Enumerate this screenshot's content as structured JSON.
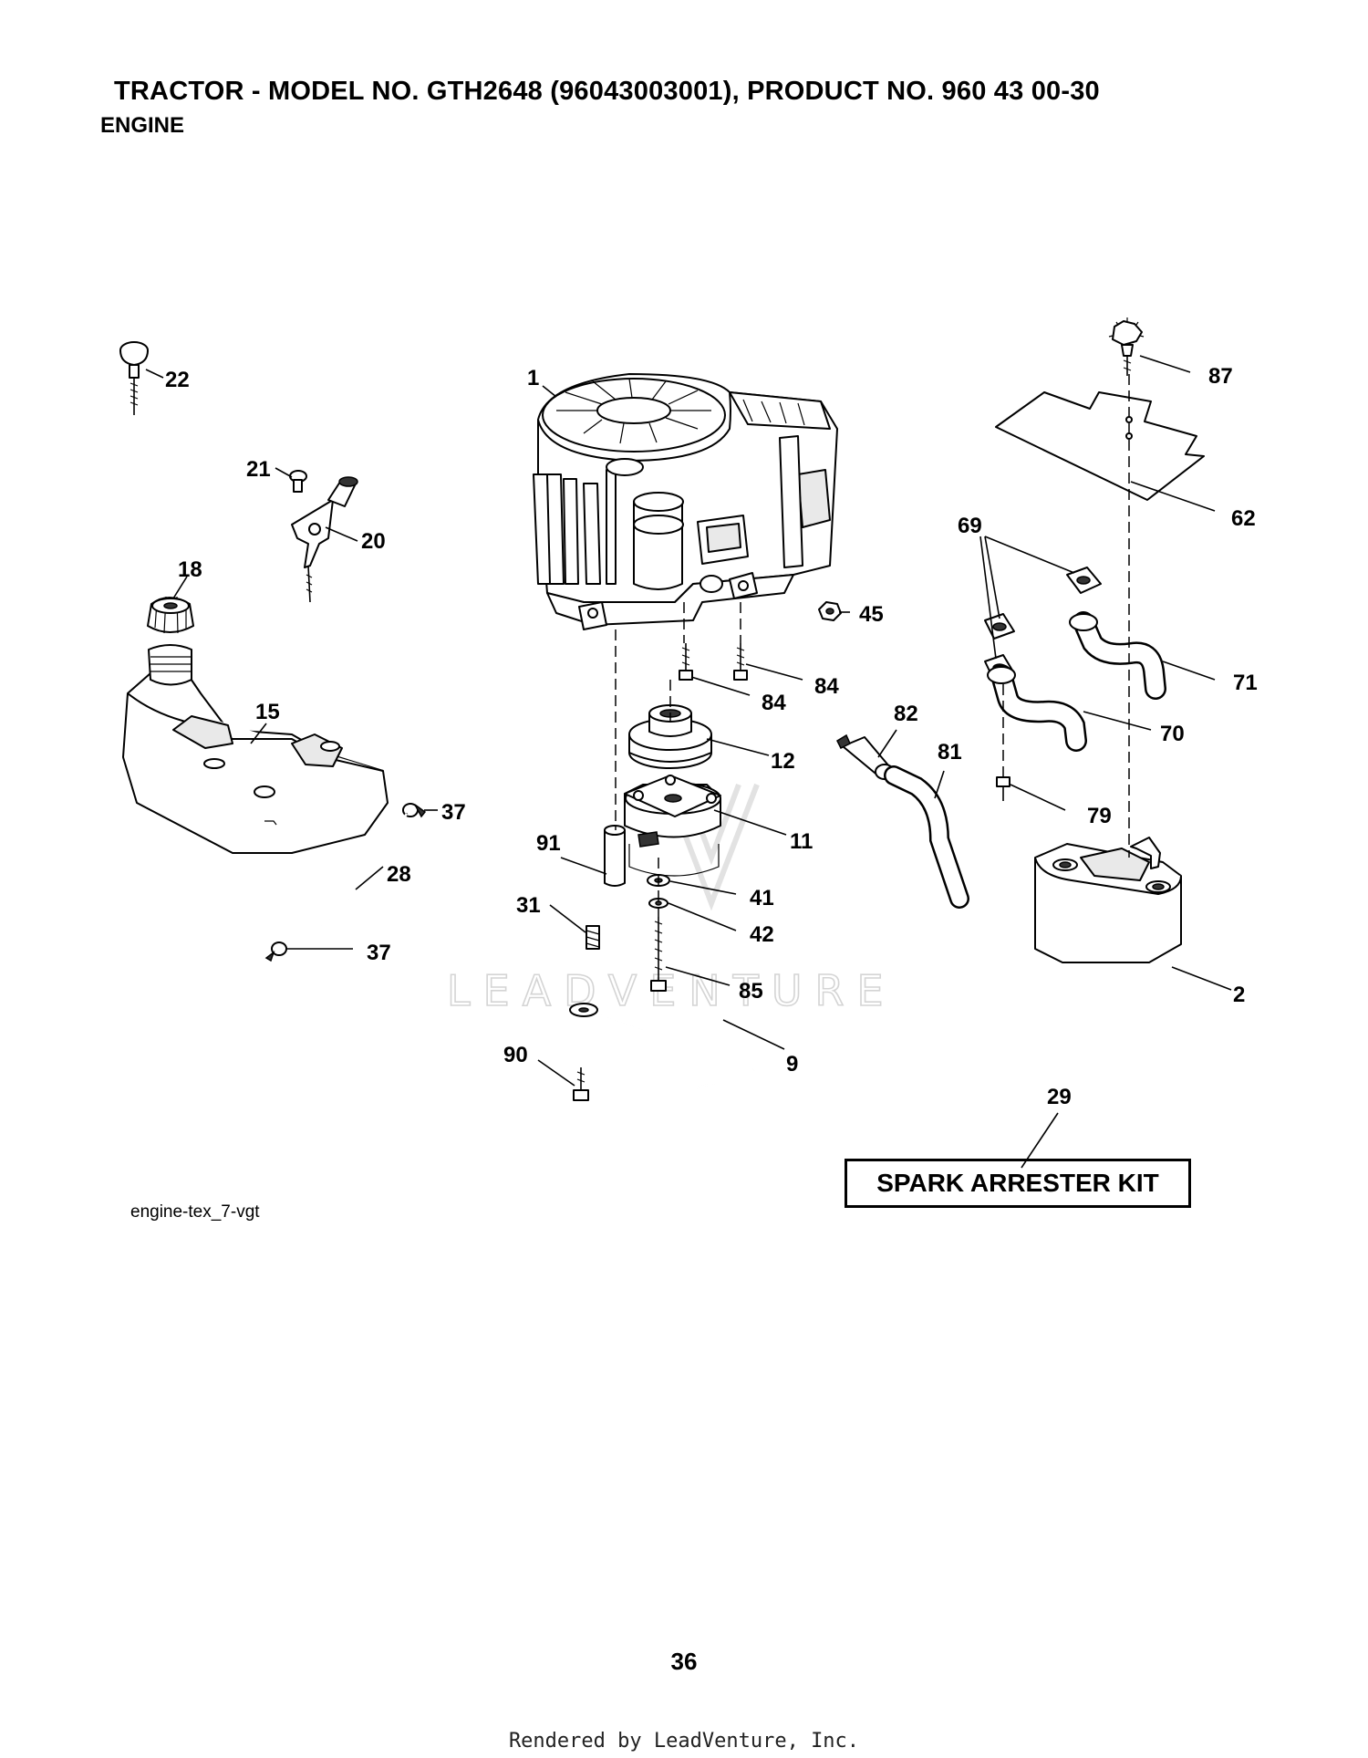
{
  "header": {
    "title": "TRACTOR -  MODEL NO. GTH2648 (96043003001), PRODUCT NO. 960 43 00-30",
    "section": "ENGINE"
  },
  "callouts": [
    "1",
    "2",
    "9",
    "11",
    "12",
    "15",
    "18",
    "20",
    "21",
    "22",
    "28",
    "29",
    "31",
    "37",
    "37",
    "41",
    "42",
    "45",
    "62",
    "69",
    "70",
    "71",
    "79",
    "81",
    "82",
    "84",
    "84",
    "85",
    "87",
    "90",
    "91"
  ],
  "kit_label": "SPARK ARRESTER KIT",
  "diagram_ref": "engine-tex_7-vgt",
  "watermark": "LEADVENTURE",
  "page_number": "36",
  "footer": "Rendered by LeadVenture, Inc."
}
